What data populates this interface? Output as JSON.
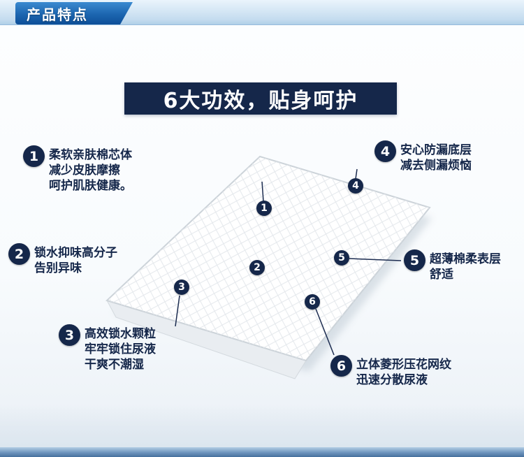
{
  "header": {
    "badge_label": "产品特点"
  },
  "banner": {
    "title": "6大功效，贴身呵护"
  },
  "features": [
    {
      "num": "1",
      "lines": [
        "柔软亲肤棉芯体",
        "减少皮肤摩擦",
        "呵护肌肤健康。"
      ]
    },
    {
      "num": "2",
      "lines": [
        "锁水抑味高分子",
        "告别异味"
      ]
    },
    {
      "num": "3",
      "lines": [
        "高效锁水颗粒",
        "牢牢锁住尿液",
        "干爽不潮湿"
      ]
    },
    {
      "num": "4",
      "lines": [
        "安心防漏底层",
        "减去侧漏烦恼"
      ]
    },
    {
      "num": "5",
      "lines": [
        "超薄棉柔表层",
        "舒适"
      ]
    },
    {
      "num": "6",
      "lines": [
        "立体菱形压花网纹",
        "迅速分散尿液"
      ]
    }
  ],
  "colors": {
    "navy": "#15274a",
    "badge_blue": "#1c66b0",
    "topbar_blue": "#c4dcef",
    "bottombar_blue": "#46709d",
    "pad_edge": "#ccd3d9"
  }
}
